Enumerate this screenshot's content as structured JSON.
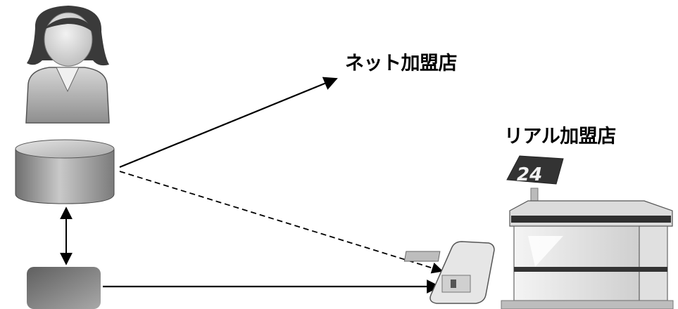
{
  "labels": {
    "net_merchant": "ネット加盟店",
    "real_merchant": "リアル加盟店",
    "store_sign": "24"
  },
  "colors": {
    "stroke": "#000000",
    "person_gray": "#9a9a9a",
    "cylinder_gray": "#8c8c8c",
    "terminal_gray": "#7a7a7a",
    "store_light": "#ececec",
    "store_dark": "#333333"
  },
  "icons": {
    "person": "person-icon",
    "database": "database-cylinder-icon",
    "terminal": "terminal-box-icon",
    "card_reader": "card-reader-icon",
    "store": "convenience-store-icon"
  }
}
